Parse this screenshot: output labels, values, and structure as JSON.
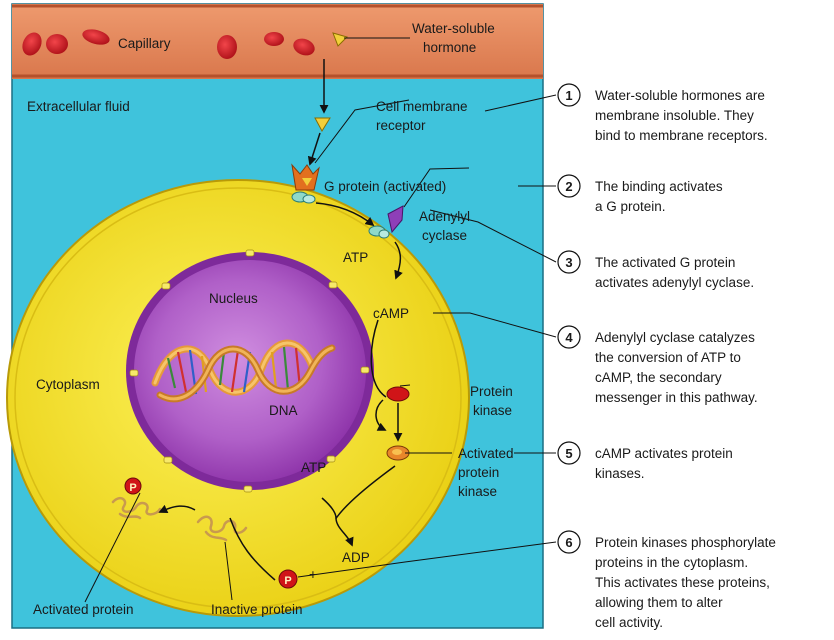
{
  "labels": {
    "capillary": "Capillary",
    "hormone_line1": "Water-soluble",
    "hormone_line2": "hormone",
    "extracellular_fluid": "Extracellular fluid",
    "membrane_receptor_line1": "Cell membrane",
    "membrane_receptor_line2": "receptor",
    "g_protein": "G protein (activated)",
    "adenylyl_line1": "Adenylyl",
    "adenylyl_line2": "cyclase",
    "atp_top": "ATP",
    "camp": "cAMP",
    "nucleus": "Nucleus",
    "dna": "DNA",
    "cytoplasm": "Cytoplasm",
    "protein_kinase_line1": "Protein",
    "protein_kinase_line2": "kinase",
    "activated_pk_line1": "Activated",
    "activated_pk_line2": "protein",
    "activated_pk_line3": "kinase",
    "atp_bottom": "ATP",
    "adp": "ADP",
    "plus": "+",
    "phosphate": "P",
    "activated_protein": "Activated protein",
    "inactive_protein": "Inactive protein"
  },
  "steps": [
    {
      "number": "1",
      "lines": [
        "Water-soluble hormones are",
        "membrane insoluble. They",
        "bind to membrane receptors."
      ]
    },
    {
      "number": "2",
      "lines": [
        "The binding activates",
        "a G protein."
      ]
    },
    {
      "number": "3",
      "lines": [
        "The activated G protein",
        "activates adenylyl cyclase."
      ]
    },
    {
      "number": "4",
      "lines": [
        "Adenylyl cyclase catalyzes",
        "the conversion of ATP to",
        "cAMP, the secondary",
        "messenger in this pathway."
      ]
    },
    {
      "number": "5",
      "lines": [
        "cAMP activates protein",
        "kinases."
      ]
    },
    {
      "number": "6",
      "lines": [
        "Protein kinases phosphorylate",
        "proteins in the cytoplasm.",
        "This activates these proteins,",
        "allowing them to alter",
        "cell activity."
      ]
    }
  ],
  "colors": {
    "capillary": "#e0835a",
    "blood_cell": "#c8141c",
    "extracellular": "#3fc3dc",
    "cytoplasm": "#f4e31f",
    "nucleus": "#a040b8",
    "receptor": "#e2701f",
    "hormone": "#f2cf3a"
  }
}
